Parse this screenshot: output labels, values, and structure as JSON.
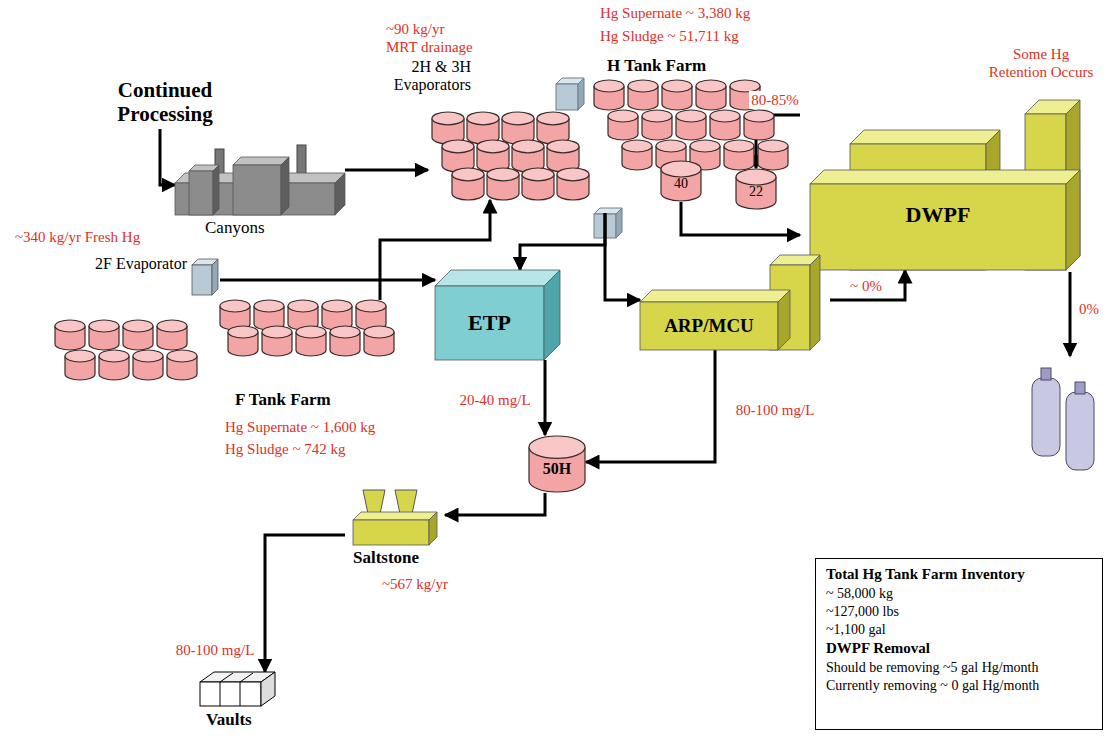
{
  "diagram": {
    "nodes": [
      {
        "text": [
          "Continued Processing"
        ]
      },
      {
        "text": [
          "Canyons"
        ]
      },
      {
        "text": [
          "2H & 3H Evaporators"
        ]
      },
      {
        "text": [
          "H Tank Farm"
        ]
      },
      {
        "text": [
          "40"
        ],
        "in": 3
      },
      {
        "text": [
          "22"
        ],
        "in": 3
      },
      {
        "text": [
          "DWPF"
        ]
      },
      {
        "text": [
          "2F Evaporator"
        ]
      },
      {
        "text": [
          "F Tank Farm"
        ]
      },
      {
        "text": [
          "ETP"
        ]
      },
      {
        "text": [
          "ARP/MCU"
        ]
      },
      {
        "text": [
          "50H"
        ]
      },
      {
        "text": [
          "Saltstone"
        ]
      },
      {
        "text": [
          "Vaults"
        ]
      },
      {
        "text": [
          "Total Hg Tank Farm Inventory",
          "~ 58,000 kg",
          "~127,000 lbs",
          "~1,100 gal",
          "DWPF Removal",
          "Should be removing ~5 gal Hg/month",
          "Currently removing ~ 0 gal Hg/month"
        ]
      }
    ],
    "edges": [
      {
        "from": 0,
        "to": 1,
        "arrow": "to"
      },
      {
        "from": 1,
        "to": 2,
        "arrow": "to"
      },
      {
        "from": 6,
        "to": 5,
        "label": "80-85%",
        "arrow": "to"
      },
      {
        "from": 4,
        "to": 6,
        "arrow": "to"
      },
      {
        "from": 3,
        "to": 9,
        "arrow": "to"
      },
      {
        "from": 3,
        "to": 10,
        "arrow": "to"
      },
      {
        "from": 8,
        "to": 2,
        "arrow": "to"
      },
      {
        "from": 7,
        "to": 9,
        "arrow": "to"
      },
      {
        "from": 10,
        "to": 6,
        "label": "~ 0%",
        "arrow": "to"
      },
      {
        "from": 10,
        "to": 11,
        "label": "80-100 mg/L",
        "arrow": "to"
      },
      {
        "from": 9,
        "to": 11,
        "label": "20-40 mg/L",
        "arrow": "to"
      },
      {
        "from": 11,
        "to": 12,
        "arrow": "to"
      },
      {
        "from": 12,
        "to": 13,
        "label": "80-100 mg/L",
        "arrow": "to"
      }
    ],
    "labels": [
      "Hg Supernate ~ 3,380 kg",
      "Hg Sludge ~ 51,711 kg",
      "~90 kg/yr",
      "MRT drainage",
      "Some Hg Retention Occurs",
      "~340 kg/yr Fresh Hg",
      "0%",
      "Hg Supernate ~ 1,600 kg",
      "Hg Sludge ~ 742 kg",
      "~567 kg/yr"
    ]
  }
}
